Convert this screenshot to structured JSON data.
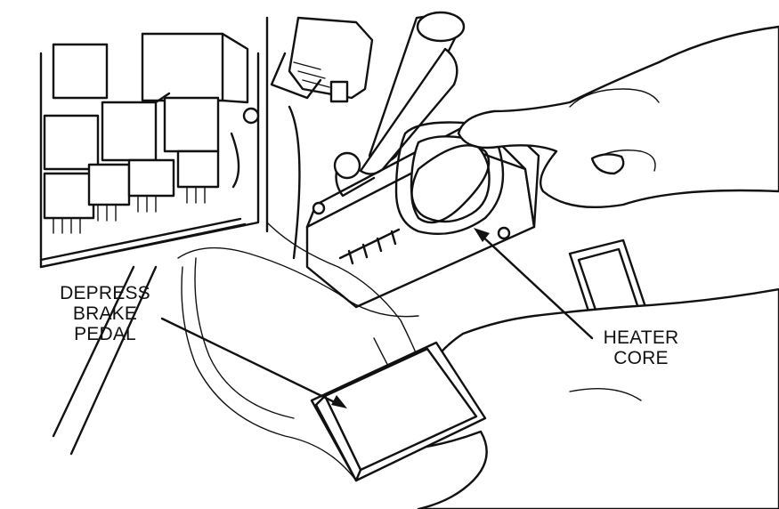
{
  "labels": {
    "brake_line1": "DEPRESS",
    "brake_line2": "BRAKE",
    "brake_line3": "PEDAL",
    "heater_line1": "HEATER",
    "heater_line2": "CORE"
  },
  "colors": {
    "ink": "#111111",
    "background": "#ffffff",
    "stipple": "#888888"
  }
}
